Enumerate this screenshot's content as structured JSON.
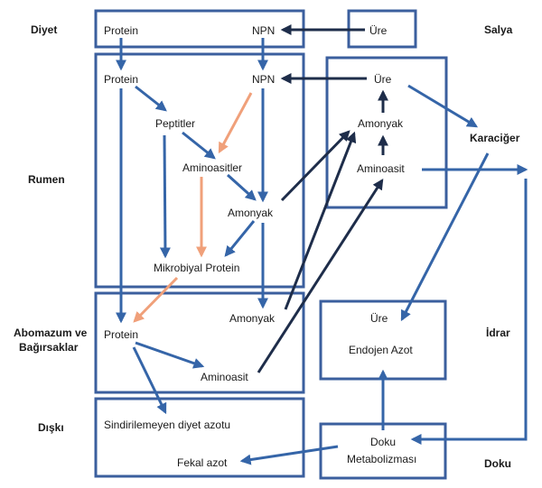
{
  "side_labels": {
    "diyet": "Diyet",
    "rumen": "Rumen",
    "abomazum_1": "Abomazum ve",
    "abomazum_2": "Bağırsaklar",
    "diski": "Dışkı",
    "salya": "Salya",
    "karaciger": "Karaciğer",
    "idrar": "İdrar",
    "doku": "Doku"
  },
  "nodes": {
    "diyet_protein": "Protein",
    "diyet_npn": "NPN",
    "salya_ure": "Üre",
    "rumen_protein": "Protein",
    "rumen_npn": "NPN",
    "peptitler": "Peptitler",
    "aminoasitler": "Aminoasitler",
    "rumen_amonyak": "Amonyak",
    "mikrobiyal_protein": "Mikrobiyal Protein",
    "kc_ure": "Üre",
    "kc_amonyak": "Amonyak",
    "kc_aminoasit": "Aminoasit",
    "abo_protein": "Protein",
    "abo_amonyak": "Amonyak",
    "abo_aminoasit": "Aminoasit",
    "idrar_ure": "Üre",
    "endojen_azot": "Endojen Azot",
    "sindirilemeyen": "Sindirilemeyen diyet azotu",
    "fekal_azot": "Fekal azot",
    "doku_met_1": "Doku",
    "doku_met_2": "Metabolizması"
  },
  "colors": {
    "box": "#3b5f9e",
    "arrow_blue": "#3565a8",
    "arrow_dark": "#1e2d4a",
    "arrow_orange": "#f0a07a"
  }
}
